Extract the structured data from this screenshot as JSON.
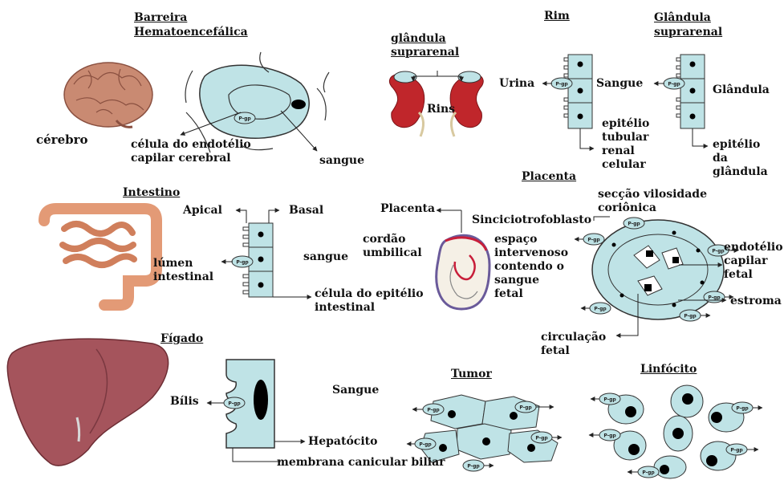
{
  "bbb": {
    "title_line1": "Barreira",
    "title_line2": "Hematoencefálica",
    "organ": "cérebro",
    "cell_label": "célula do endotélio\ncapilar cerebral",
    "blood": "sangue"
  },
  "kidney": {
    "adrenal_label": "glândula\nsuprarenal",
    "kidneys": "Rins",
    "title": "Rim",
    "urine": "Urina",
    "epithelium": "epitélio\ntubular\nrenal\ncelular"
  },
  "adrenal": {
    "title_line1": "Glândula",
    "title_line2": "suprarenal",
    "blood": "Sangue",
    "gland": "Glândula",
    "epithelium": "epitélio\nda\nglândula"
  },
  "intestine": {
    "title": "Intestino",
    "apical": "Apical",
    "basal": "Basal",
    "lumen": "lúmen\nintestinal",
    "blood": "sangue",
    "cell_label": "célula do epitélio\nintestinal"
  },
  "placenta": {
    "title": "Placenta",
    "placenta": "Placenta",
    "cord": "cordão\numbilical",
    "space": "espaço\nintervenoso\ncontendo o\nsangue\nfetal",
    "syncytio": "Sinciciotrofoblasto",
    "section": "secção vilosidade\ncoriônica",
    "endothelium": "endotélio\ncapilar\nfetal",
    "stroma": "estroma",
    "fetal_circ": "circulação\nfetal"
  },
  "liver": {
    "title": "Fígado",
    "bile": "Bílis",
    "blood": "Sangue",
    "hepatocyte": "Hepatócito",
    "membrane": "membrana canicular biliar"
  },
  "tumor": {
    "title": "Tumor"
  },
  "lymphocyte": {
    "title": "Linfócito"
  },
  "pump": {
    "label": "P-gp"
  },
  "colors": {
    "cell_fill": "#bfe3e6",
    "nucleus": "#000000",
    "brain": "#c98a72",
    "kidney": "#c0262b",
    "intestine": "#e39a76",
    "liver": "#a5545c"
  }
}
